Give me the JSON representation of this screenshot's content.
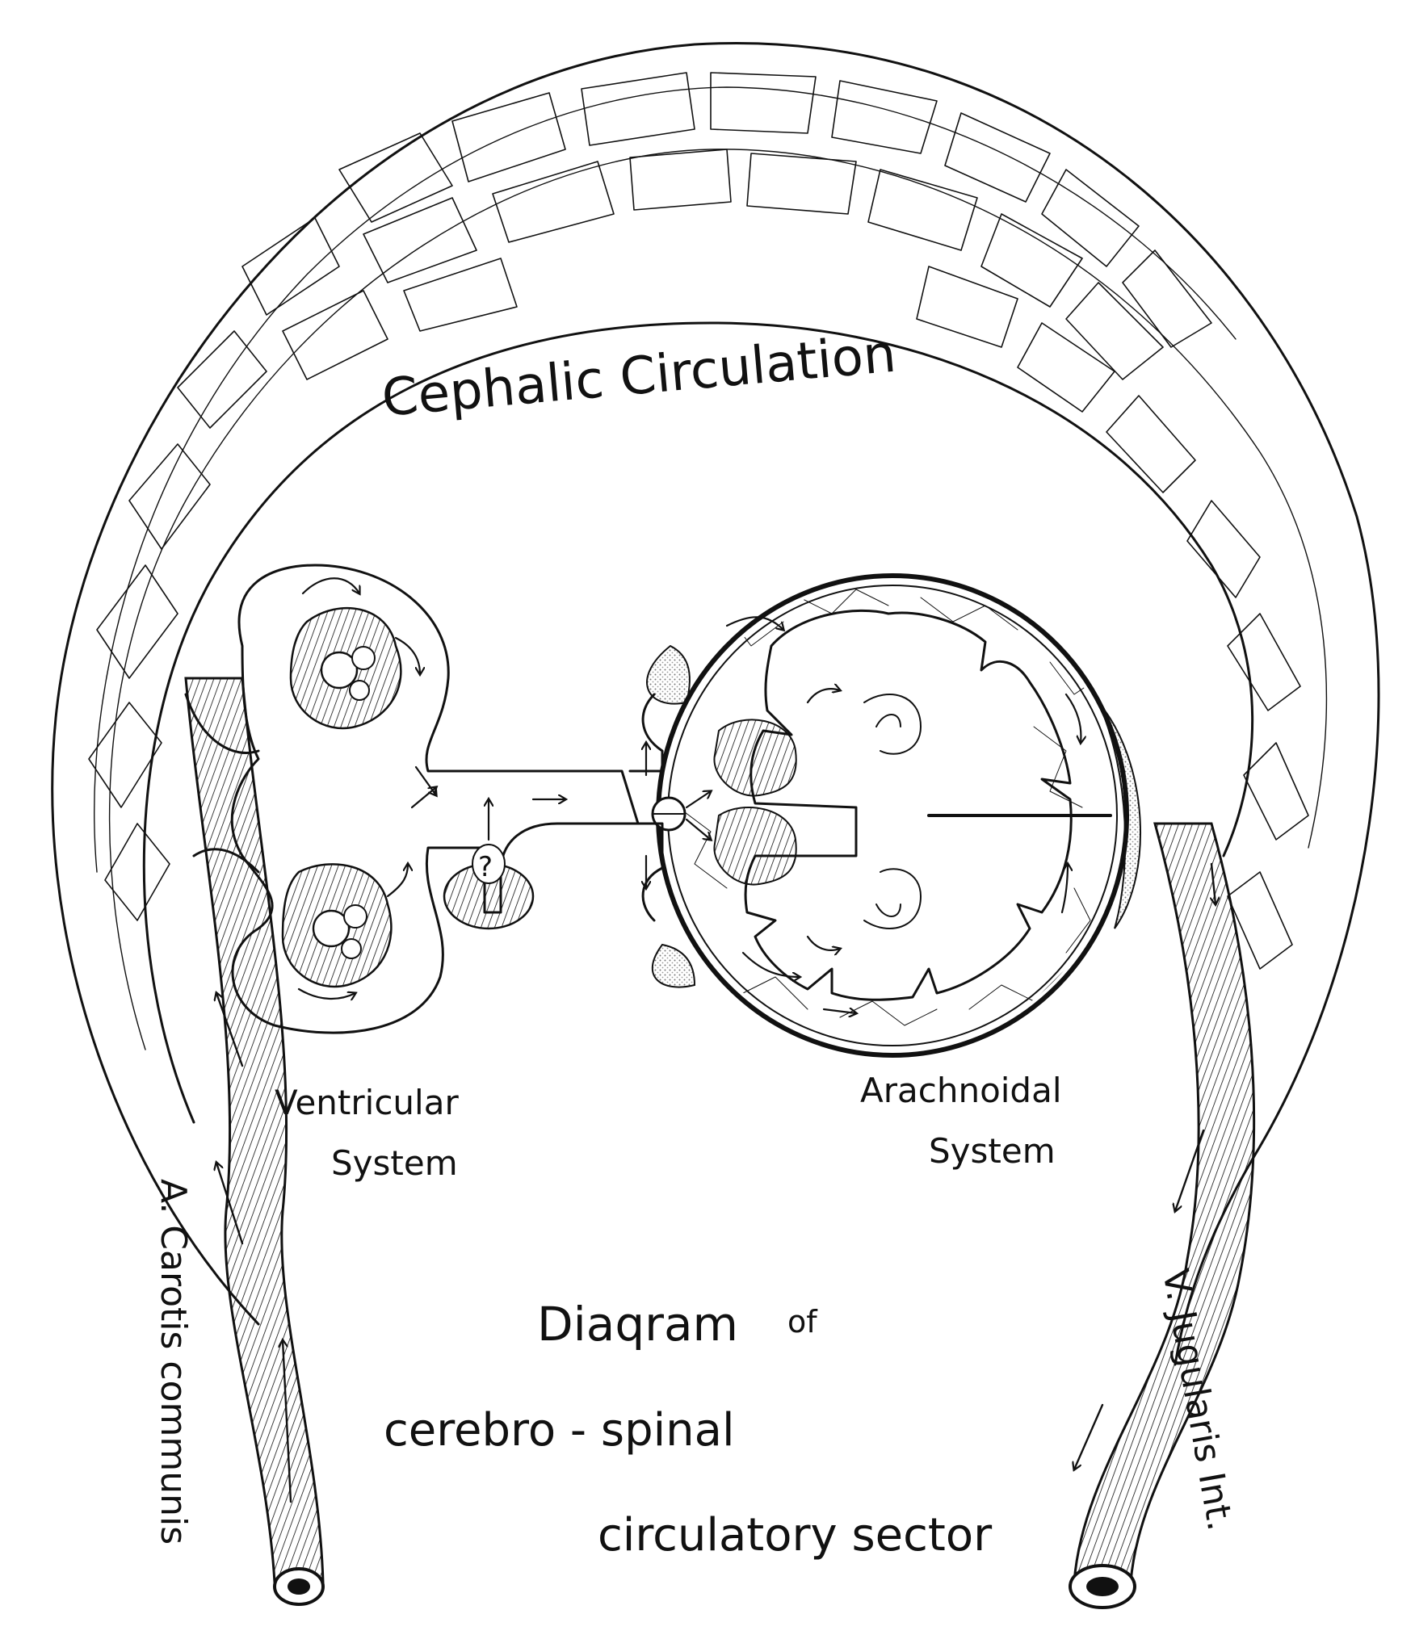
{
  "labels": {
    "cephalic": "Cephalic  Circulation",
    "ventricular_line1": "Ventricular",
    "ventricular_line2": "System",
    "arachnoidal_line1": "Arachnoidal",
    "arachnoidal_line2": "System",
    "carotis": "A. Carotis communis",
    "jugularis": "V. Jugularis Int.",
    "question_mark": "?",
    "title_line1": "Diaqram",
    "title_of": "of",
    "title_line2": "cerebro - spinal",
    "title_line3": "circulatory sector"
  },
  "colors": {
    "ink": "#111111",
    "paper": "#ffffff",
    "stipple": "#888888"
  }
}
